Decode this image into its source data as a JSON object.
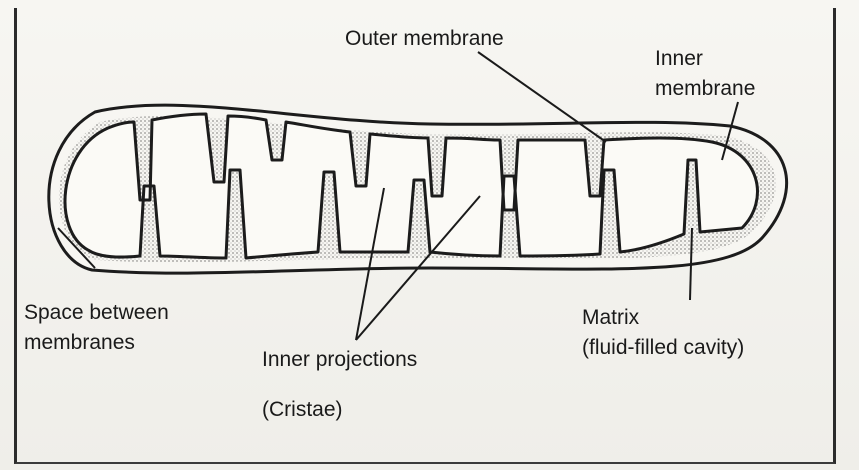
{
  "labels": {
    "outer_membrane": "Outer membrane",
    "inner_membrane_line1": "Inner",
    "inner_membrane_line2": "membrane",
    "space_line1": "Space between",
    "space_line2": "membranes",
    "inner_projections": "Inner projections",
    "cristae": "(Cristae)",
    "matrix_line1": "Matrix",
    "matrix_line2": "(fluid-filled cavity)"
  },
  "colors": {
    "ink": "#1a1a1a",
    "paper": "#f4f3ef"
  }
}
